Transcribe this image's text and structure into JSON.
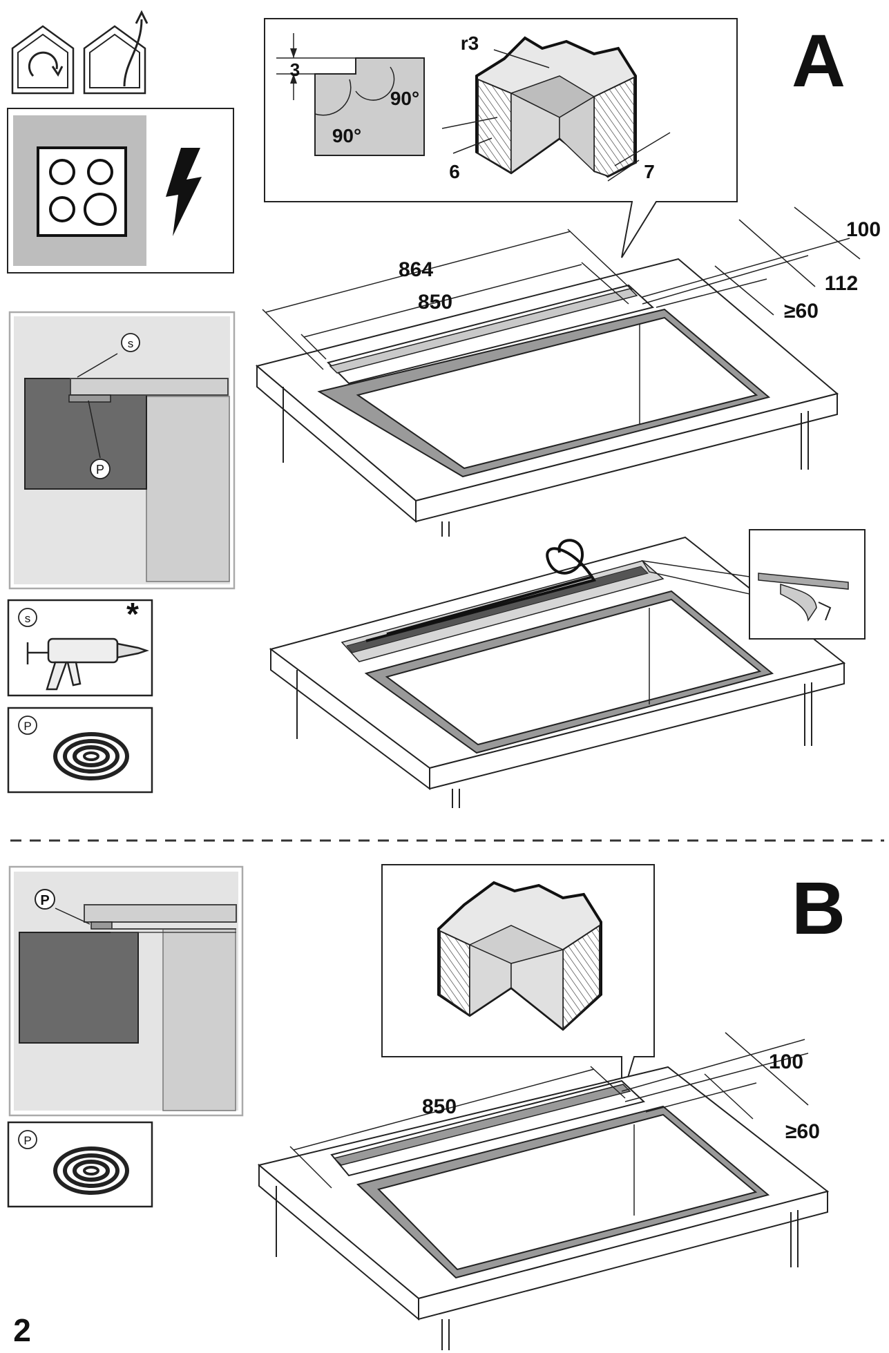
{
  "section_a": {
    "label": "A",
    "profile_detail": {
      "step_height": "3",
      "angle_upper": "90°",
      "angle_lower": "90°"
    },
    "rebate_detail": {
      "radius": "r3",
      "left_width": "6",
      "right_width": "7"
    },
    "dims": {
      "outer_length": "864",
      "inner_length": "850",
      "depth_outer": "100",
      "depth_inner": "112",
      "min_back": "≥60"
    }
  },
  "section_b": {
    "label": "B",
    "dims": {
      "length": "850",
      "depth": "100",
      "min_back": "≥60"
    }
  },
  "legend": {
    "sealant": "s",
    "profile": "P",
    "note_mark": "*"
  },
  "page_number": "2",
  "icons": [
    "house-rotate-icon",
    "house-exit-icon",
    "cooktop-icon",
    "electric-warning-icon",
    "caulking-gun-icon",
    "seal-roll-icon"
  ]
}
